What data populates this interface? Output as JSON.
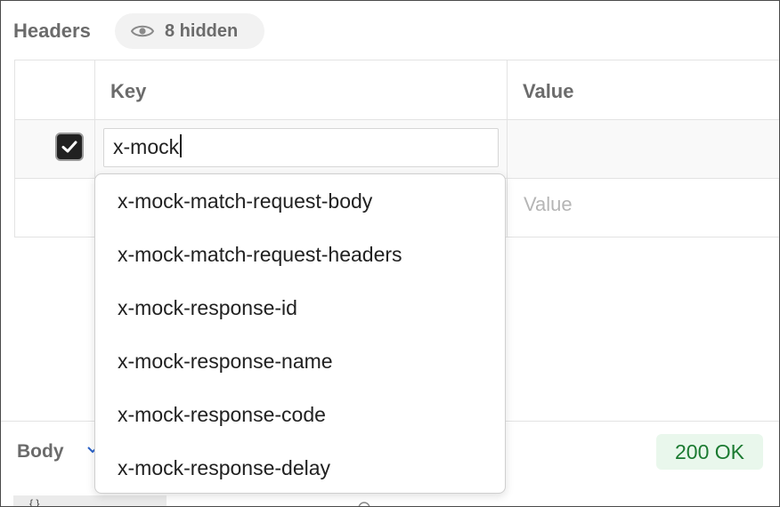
{
  "headers_section": {
    "title": "Headers",
    "hidden_label": "8 hidden"
  },
  "table": {
    "columns": {
      "key": "Key",
      "value": "Value"
    },
    "active_row": {
      "checked": true,
      "key_value": "x-mock",
      "value": ""
    },
    "new_row": {
      "value_placeholder": "Value"
    }
  },
  "autocomplete": {
    "items": [
      "x-mock-match-request-body",
      "x-mock-match-request-headers",
      "x-mock-response-id",
      "x-mock-response-name",
      "x-mock-response-code",
      "x-mock-response-delay"
    ]
  },
  "response": {
    "body_label": "Body",
    "status": "200 OK"
  },
  "colors": {
    "checkbox_fill": "#212121",
    "status_bg": "#e9f7ec",
    "status_text": "#1b7a31",
    "border": "#e3e3e3"
  }
}
